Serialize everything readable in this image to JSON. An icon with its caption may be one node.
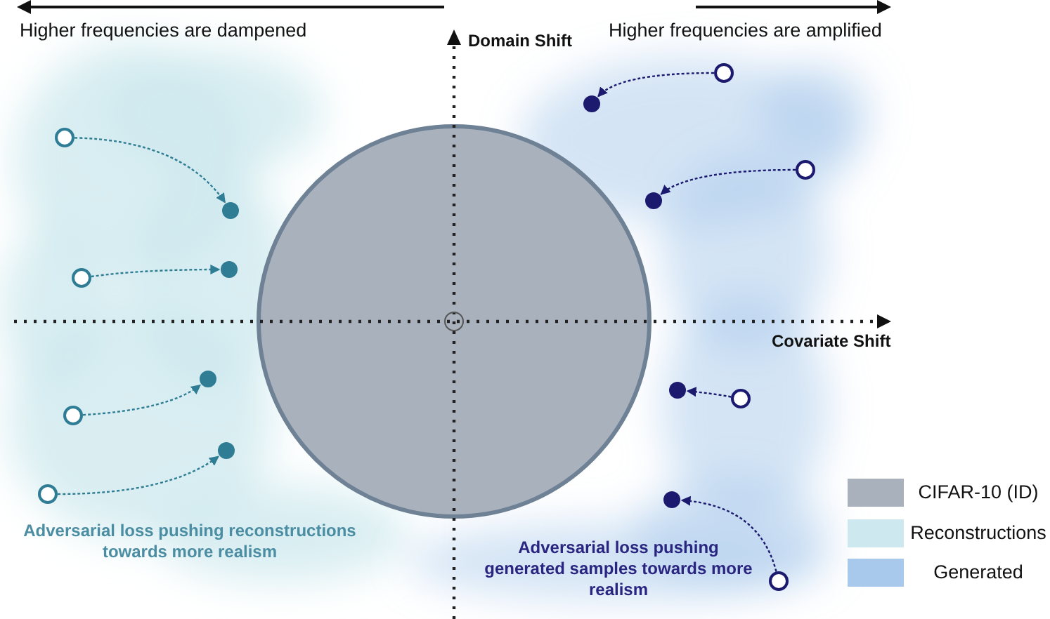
{
  "diagram": {
    "nodes": [
      {
        "text": [],
        "shape": "circle"
      },
      {
        "text": [],
        "shape": "circle"
      },
      {
        "text": [],
        "shape": "circle"
      },
      {
        "text": [],
        "shape": "circle"
      },
      {
        "text": [],
        "shape": "circle"
      },
      {
        "text": [],
        "shape": "circle"
      },
      {
        "text": [],
        "shape": "circle"
      },
      {
        "text": [],
        "shape": "circle"
      },
      {
        "text": [],
        "shape": "circle"
      },
      {
        "text": [],
        "shape": "circle"
      },
      {
        "text": [],
        "shape": "circle"
      },
      {
        "text": [],
        "shape": "circle"
      },
      {
        "text": [],
        "shape": "circle"
      },
      {
        "text": [],
        "shape": "circle"
      },
      {
        "text": [],
        "shape": "circle"
      },
      {
        "text": [],
        "shape": "circle"
      },
      {
        "text": [],
        "shape": "circle"
      }
    ],
    "edges": [
      {
        "from": 1,
        "to": 5,
        "arrow": "to",
        "style": "dashed",
        "color": "#2e7d94"
      },
      {
        "from": 2,
        "to": 6,
        "arrow": "to",
        "style": "dashed",
        "color": "#2e7d94"
      },
      {
        "from": 3,
        "to": 7,
        "arrow": "to",
        "style": "dashed",
        "color": "#2e7d94"
      },
      {
        "from": 4,
        "to": 8,
        "arrow": "to",
        "style": "dashed",
        "color": "#2e7d94"
      },
      {
        "from": 9,
        "to": 13,
        "arrow": "to",
        "style": "dashed",
        "color": "#1c1a6e"
      },
      {
        "from": 10,
        "to": 14,
        "arrow": "to",
        "style": "dashed",
        "color": "#1c1a6e"
      },
      {
        "from": 11,
        "to": 15,
        "arrow": "to",
        "style": "dashed",
        "color": "#1c1a6e"
      },
      {
        "from": 12,
        "to": 16,
        "arrow": "to",
        "style": "dashed",
        "color": "#1c1a6e"
      }
    ],
    "labels": [
      "Higher frequencies are dampened",
      "Higher frequencies are amplified",
      "Domain Shift",
      "Covariate Shift",
      "Adversarial loss pushing reconstructions towards more realism",
      "Adversarial loss pushing generated samples towards more realism"
    ],
    "legend": [
      {
        "text": "CIFAR-10 (ID)",
        "color": "#a9b1bd"
      },
      {
        "text": "Reconstructions",
        "color": "#cde8ee"
      },
      {
        "text": "Generated",
        "color": "#a9c9ec"
      }
    ]
  }
}
